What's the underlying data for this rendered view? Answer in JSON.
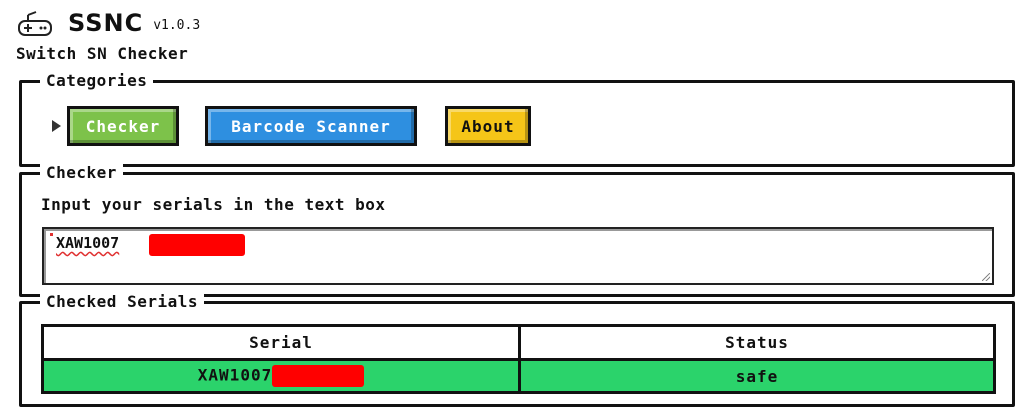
{
  "header": {
    "title": "SSNC",
    "version": "v1.0.3",
    "subtitle": "Switch SN Checker"
  },
  "categories": {
    "legend": "Categories",
    "buttons": [
      {
        "label": "Checker",
        "color": "#7dc24a",
        "active": true
      },
      {
        "label": "Barcode Scanner",
        "color": "#2e8fe0"
      },
      {
        "label": "About",
        "color": "#f5c518"
      }
    ]
  },
  "checker": {
    "legend": "Checker",
    "instruction": "Input your serials in the text box",
    "input_value": "XAW1007"
  },
  "results": {
    "legend": "Checked Serials",
    "columns": [
      "Serial",
      "Status"
    ],
    "rows": [
      {
        "serial": "XAW1007",
        "status": "safe",
        "row_color": "#2bd36b"
      }
    ]
  },
  "icons": {
    "logo": "gamepad-icon",
    "active_marker": "caret-right-icon"
  }
}
